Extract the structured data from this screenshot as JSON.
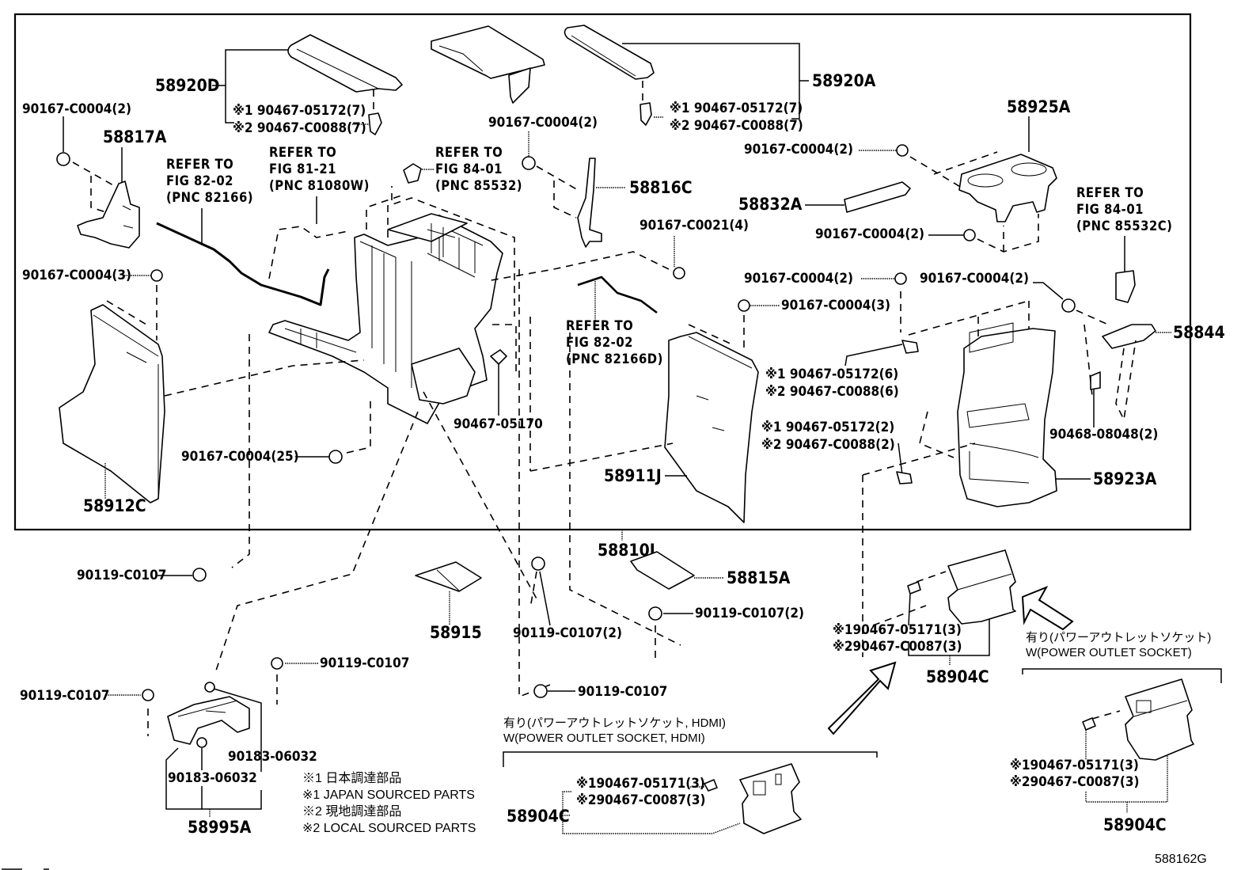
{
  "diagram": {
    "drawing_id": "588162G",
    "main_frame_label": "58810J",
    "parts": {
      "p58920D": "58920D",
      "p58920D_clip1": "※1 90467-05172(7)",
      "p58920D_clip2": "※2 90467-C0088(7)",
      "p58920A": "58920A",
      "p58920A_clip1": "※1 90467-05172(7)",
      "p58920A_clip2": "※2 90467-C0088(7)",
      "p58817A": "58817A",
      "p58817A_screw": "90167-C0004(2)",
      "p58816C": "58816C",
      "p58816C_screw": "90167-C0004(2)",
      "p58925A": "58925A",
      "p58925A_screw_top": "90167-C0004(2)",
      "p58925A_screw_bottom": "90167-C0004(2)",
      "p58832A": "58832A",
      "screw_c0021": "90167-C0021(4)",
      "p58912C": "58912C",
      "p58912C_screw": "90167-C0004(3)",
      "screw_25": "90167-C0004(25)",
      "clip_05170": "90467-05170",
      "p58911J": "58911J",
      "p58911J_screw_a": "90167-C0004(2)",
      "p58911J_screw_b": "90167-C0004(3)",
      "p58911J_clip1_a": "※1 90467-05172(6)",
      "p58911J_clip2_a": "※2 90467-C0088(6)",
      "p58911J_clip1_b": "※1 90467-05172(2)",
      "p58911J_clip2_b": "※2 90467-C0088(2)",
      "p58923A": "58923A",
      "p58923A_screw": "90167-C0004(2)",
      "p58844": "58844",
      "clip_08048": "90468-08048(2)",
      "p58915": "58915",
      "p58815A": "58815A",
      "screw_c0107_left": "90119-C0107",
      "screw_c0107_center2": "90119-C0107(2)",
      "screw_c0107_right2": "90119-C0107(2)",
      "screw_c0107_bottom": "90119-C0107",
      "p58995A": "58995A",
      "p58995A_screw_left": "90119-C0107",
      "p58995A_screw_right": "90119-C0107",
      "p58995A_nut_a": "90183-06032",
      "p58995A_nut_b": "90183-06032",
      "p58904C": "58904C",
      "p58904C_clip1": "※190467-05171(3)",
      "p58904C_clip2": "※290467-C0087(3)"
    },
    "references": {
      "ref_82166": [
        "REFER TO",
        "FIG 82-02",
        "(PNC 82166)"
      ],
      "ref_81080W": [
        "REFER TO",
        "FIG 81-21",
        "(PNC 81080W)"
      ],
      "ref_85532": [
        "REFER TO",
        "FIG 84-01",
        "(PNC 85532)"
      ],
      "ref_85532C": [
        "REFER TO",
        "FIG 84-01",
        "(PNC 85532C)"
      ],
      "ref_82166D": [
        "REFER TO",
        "FIG 82-02",
        "(PNC 82166D)"
      ]
    },
    "variants": {
      "hdmi_jp": "有り(パワーアウトレットソケット, HDMI)",
      "hdmi_en": "W(POWER OUTLET SOCKET, HDMI)",
      "outlet_jp": "有り(パワーアウトレットソケット)",
      "outlet_en": "W(POWER OUTLET SOCKET)"
    },
    "legend": {
      "line1": "※1 日本調達部品",
      "line2": "※1 JAPAN SOURCED PARTS",
      "line3": "※2 現地調達部品",
      "line4": "※2 LOCAL SOURCED PARTS"
    }
  }
}
